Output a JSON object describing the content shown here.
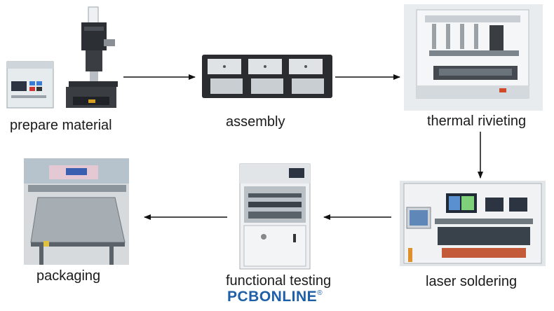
{
  "steps": [
    {
      "id": "prepare",
      "label": "prepare material"
    },
    {
      "id": "assembly",
      "label": "assembly"
    },
    {
      "id": "riveting",
      "label": "thermal rivieting"
    },
    {
      "id": "soldering",
      "label": "laser soldering"
    },
    {
      "id": "testing",
      "label": "functional testing"
    },
    {
      "id": "packaging",
      "label": "packaging"
    }
  ],
  "brand": {
    "name": "PCBONLINE",
    "mark": "®",
    "color": "#1d5fa8"
  },
  "colors": {
    "arrow": "#111111",
    "label": "#1a1a1a"
  }
}
